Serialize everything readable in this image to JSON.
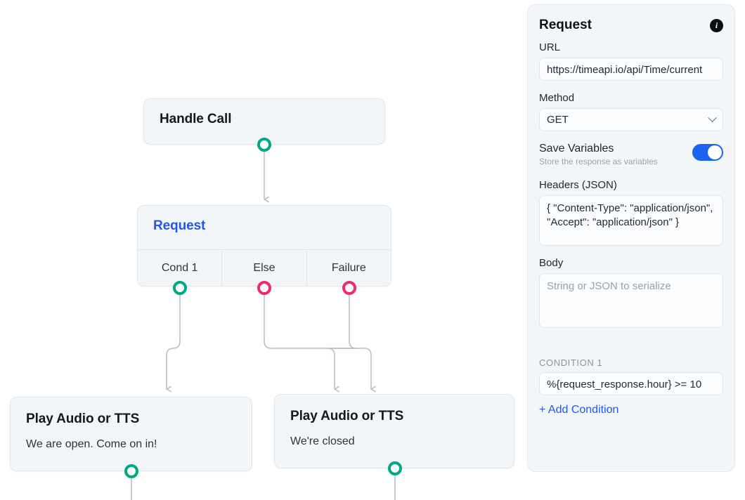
{
  "flow": {
    "nodes": [
      {
        "id": "handle-call",
        "title": "Handle Call"
      },
      {
        "id": "request",
        "title": "Request",
        "ports": [
          {
            "label": "Cond 1",
            "color": "teal"
          },
          {
            "label": "Else",
            "color": "pink"
          },
          {
            "label": "Failure",
            "color": "pink"
          }
        ]
      },
      {
        "id": "tts-open",
        "title": "Play Audio or TTS",
        "subtitle": "We are open. Come on in!"
      },
      {
        "id": "tts-closed",
        "title": "Play Audio or TTS",
        "subtitle": "We're closed"
      }
    ],
    "colors": {
      "port_success": "#00a884",
      "port_error": "#ef2a6e",
      "node_accent": "#2157ef",
      "edge": "#b7bfc8",
      "node_bg": "#f2f6f9"
    }
  },
  "panel": {
    "title": "Request",
    "info_icon": "info-icon",
    "url": {
      "label": "URL",
      "value": "https://timeapi.io/api/Time/current"
    },
    "method": {
      "label": "Method",
      "value": "GET",
      "chevron": "chevron-down-icon"
    },
    "save_variables": {
      "label": "Save Variables",
      "description": "Store the response as variables",
      "enabled": true
    },
    "headers": {
      "label": "Headers (JSON)",
      "value": "{ \"Content-Type\": \"application/json\", \"Accept\": \"application/json\" }"
    },
    "body": {
      "label": "Body",
      "value": "",
      "placeholder": "String or JSON to serialize"
    },
    "condition": {
      "label": "CONDITION 1",
      "value": "%{request_response.hour} >= 10"
    },
    "add_condition_label": "+ Add Condition"
  }
}
